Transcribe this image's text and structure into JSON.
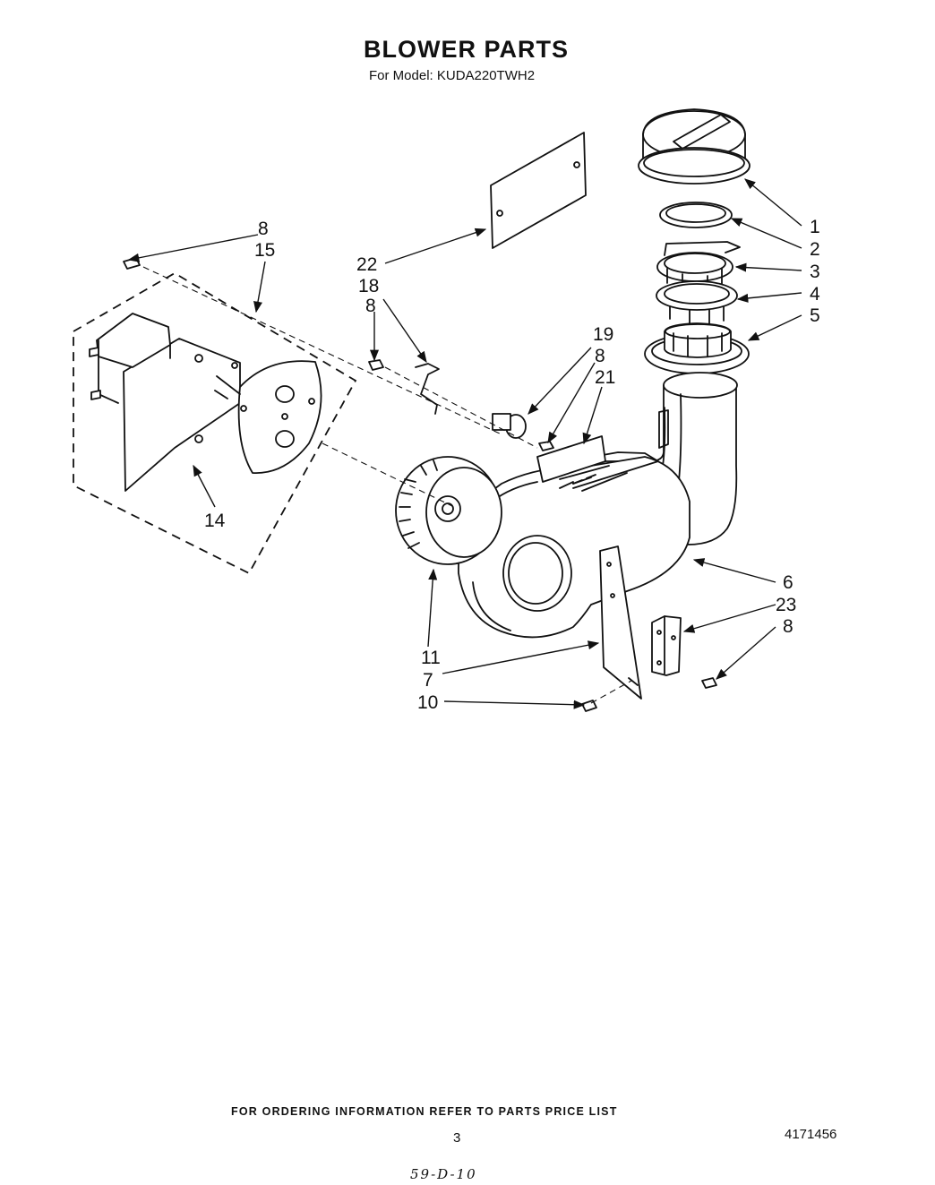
{
  "header": {
    "title": "BLOWER PARTS",
    "subtitle": "For Model: KUDA220TWH2"
  },
  "callouts": {
    "c1": "1",
    "c2": "2",
    "c3": "3",
    "c4": "4",
    "c5": "5",
    "c6": "6",
    "c23": "23",
    "c8_right": "8",
    "c8_top_left": "8",
    "c15": "15",
    "c22": "22",
    "c18": "18",
    "c8_mid": "8",
    "c19": "19",
    "c8_center": "8",
    "c21": "21",
    "c14": "14",
    "c11": "11",
    "c7": "7",
    "c10": "10"
  },
  "footer": {
    "ordering_note": "FOR ORDERING INFORMATION REFER TO PARTS PRICE LIST",
    "page_number": "3",
    "document_number": "4171456",
    "handwritten_note": "59-D-10"
  }
}
